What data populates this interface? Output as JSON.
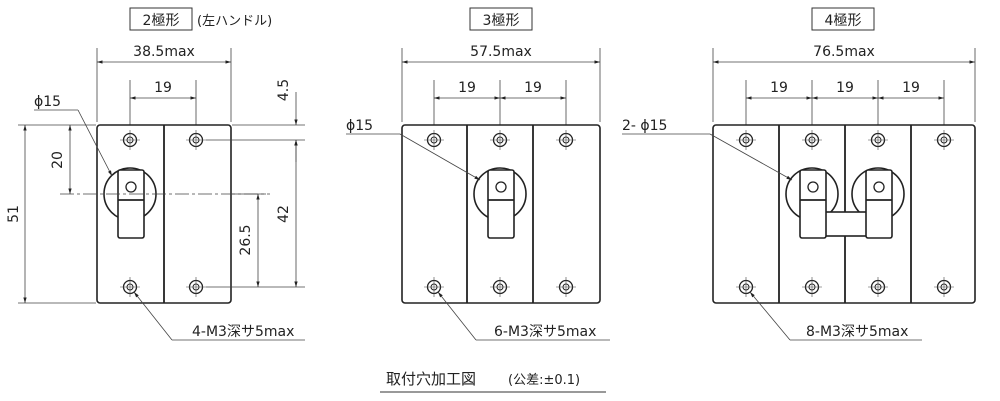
{
  "titles": {
    "two_pole": "2極形",
    "two_pole_note": "(左ハンドル)",
    "three_pole": "3極形",
    "four_pole": "4極形"
  },
  "dims": {
    "w2": "38.5max",
    "w3": "57.5max",
    "w4": "76.5max",
    "pitch": "19",
    "phi": "ϕ15",
    "phi4": "2- ϕ15",
    "h51": "51",
    "h20": "20",
    "h45": "4.5",
    "h42": "42",
    "h265": "26.5"
  },
  "holes": {
    "h2": "4-M3深サ5max",
    "h3": "6-M3深サ5max",
    "h4": "8-M3深サ5max"
  },
  "footer": {
    "title": "取付穴加工図",
    "tolerance": "(公差:±0.1)"
  }
}
